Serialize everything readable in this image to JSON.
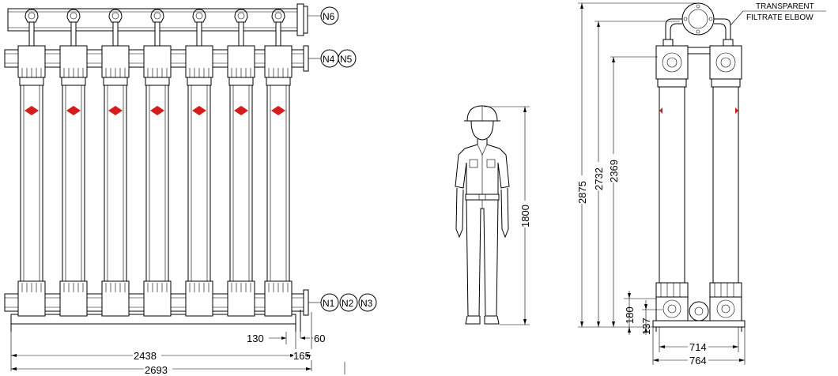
{
  "nozzles": {
    "n6": "N6",
    "n4": "N4",
    "n5": "N5",
    "n1": "N1",
    "n2": "N2",
    "n3": "N3"
  },
  "front_dims": {
    "d130": "130",
    "d60": "60",
    "d2438": "2438",
    "d165": "165",
    "d2693": "2693"
  },
  "human": {
    "height": "1800"
  },
  "side_dims": {
    "d2875": "2875",
    "d2732": "2732",
    "d2369": "2369",
    "d180": "180",
    "d137": "137",
    "d714": "714",
    "d764": "764"
  },
  "side_note": {
    "line1": "TRANSPARENT",
    "line2": "FILTRATE ELBOW"
  },
  "colors": {
    "line": "#000000",
    "logo": "#d41c1c",
    "background": "#ffffff"
  }
}
